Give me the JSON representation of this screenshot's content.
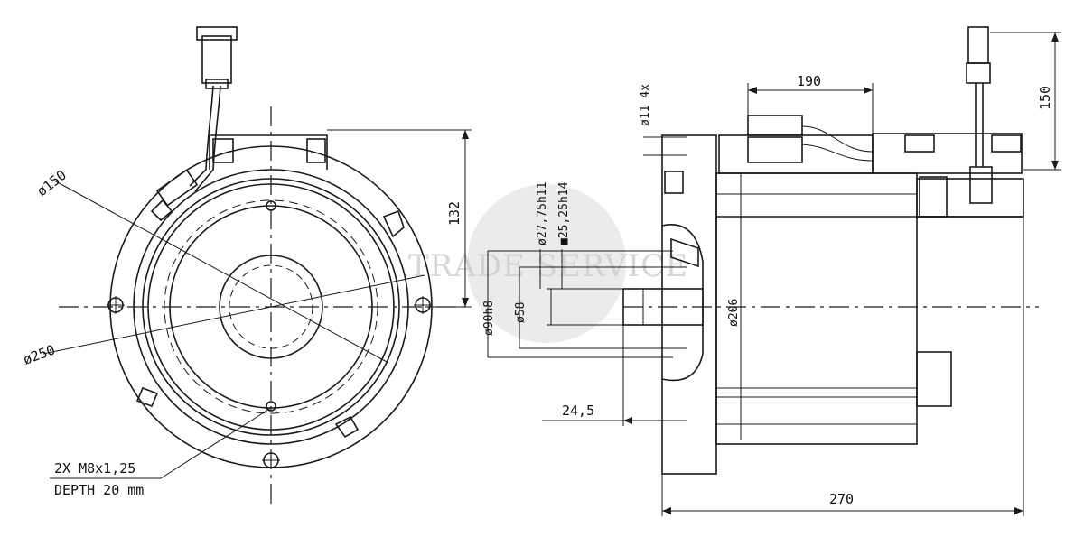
{
  "watermark": {
    "text": "TRADE SERVICE",
    "color": "#d9d9d9"
  },
  "front_view": {
    "label_d150": "ø150",
    "label_d250": "ø250",
    "label_132": "132",
    "label_thread": "2X  M8x1,25",
    "label_depth": "DEPTH 20 mm"
  },
  "side_view": {
    "label_d11": "ø11 4x",
    "label_190": "190",
    "label_150": "150",
    "label_d27": "ø27,75h11",
    "label_d25": "■25,25h14",
    "label_d90": "ø90h8",
    "label_d58": "ø58",
    "label_d206": "ø206",
    "label_24_5": "24,5",
    "label_270": "270"
  },
  "colors": {
    "line": "#1a1a1a",
    "background": "#ffffff"
  }
}
